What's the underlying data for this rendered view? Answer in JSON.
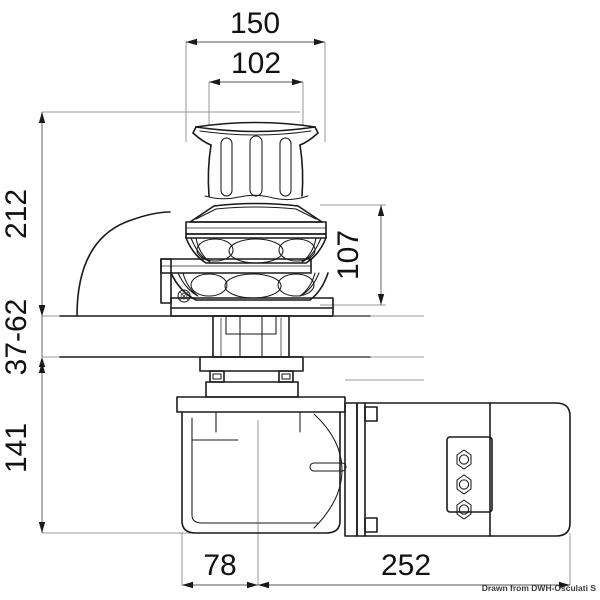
{
  "drawing": {
    "title": "Vertical electric windlass — dimensioned side elevation",
    "type": "engineering-dimension-drawing",
    "units": "mm",
    "background_color": "#ffffff",
    "line_color": "#1a1a1a",
    "dimension_color": "#555555",
    "text_color": "#121212"
  },
  "dimensions": {
    "overall_width": {
      "value": "150",
      "orientation": "horizontal",
      "position": "top",
      "describes": "drum-top-flange-outer-diameter"
    },
    "drum_width": {
      "value": "102",
      "orientation": "horizontal",
      "position": "top",
      "describes": "capstan-drum-waist-diameter"
    },
    "total_height_above_deck": {
      "value": "212",
      "orientation": "vertical",
      "position": "left",
      "describes": "height-from-deck-to-drum-top"
    },
    "deck_thickness": {
      "value": "37-62",
      "orientation": "vertical",
      "position": "left",
      "describes": "deck-thickness-range"
    },
    "below_deck_height": {
      "value": "141",
      "orientation": "vertical",
      "position": "left",
      "describes": "motor-and-gearbox-depth-below-deck"
    },
    "gypsy_height": {
      "value": "107",
      "orientation": "vertical",
      "position": "right",
      "describes": "chainwheel-assembly-height"
    },
    "shaft_offset": {
      "value": "78",
      "orientation": "horizontal",
      "position": "bottom",
      "describes": "centre-to-gearbox-face"
    },
    "motor_length": {
      "value": "252",
      "orientation": "horizontal",
      "position": "bottom",
      "describes": "gearbox-face-to-motor-end"
    }
  },
  "components": {
    "capstan_drum": "capstan-drum",
    "drum_top_flange": "drum-top-flange",
    "drum_ribs": "drum-vertical-ribs",
    "cone_cap": "cone-clutch-cap",
    "chain_gypsy_upper": "chainwheel-upper-row",
    "chain_gypsy_lower": "chainwheel-lower-row",
    "chain_stripper": "chain-stripper-arm",
    "chain_guide_cover": "curved-chain-guide-cover",
    "base_plate": "deck-base-plate",
    "deck_upper_line": "deck-surface-line",
    "deck_lower_line": "deck-underside-line",
    "shaft": "main-drive-shaft",
    "gearbox": "gearbox-housing",
    "motor_body": "electric-motor-body",
    "motor_end_cap": "motor-end-cap",
    "terminal_block": "terminal-block",
    "terminals": [
      "terminal-bolt-1",
      "terminal-bolt-2",
      "terminal-bolt-3"
    ],
    "mount_lugs": [
      "motor-mount-lug-top",
      "motor-mount-lug-bottom"
    ],
    "fasteners": [
      "base-stud-left",
      "base-stud-right"
    ]
  },
  "watermark": {
    "text": "Drawn from DWH-Osculati S"
  }
}
